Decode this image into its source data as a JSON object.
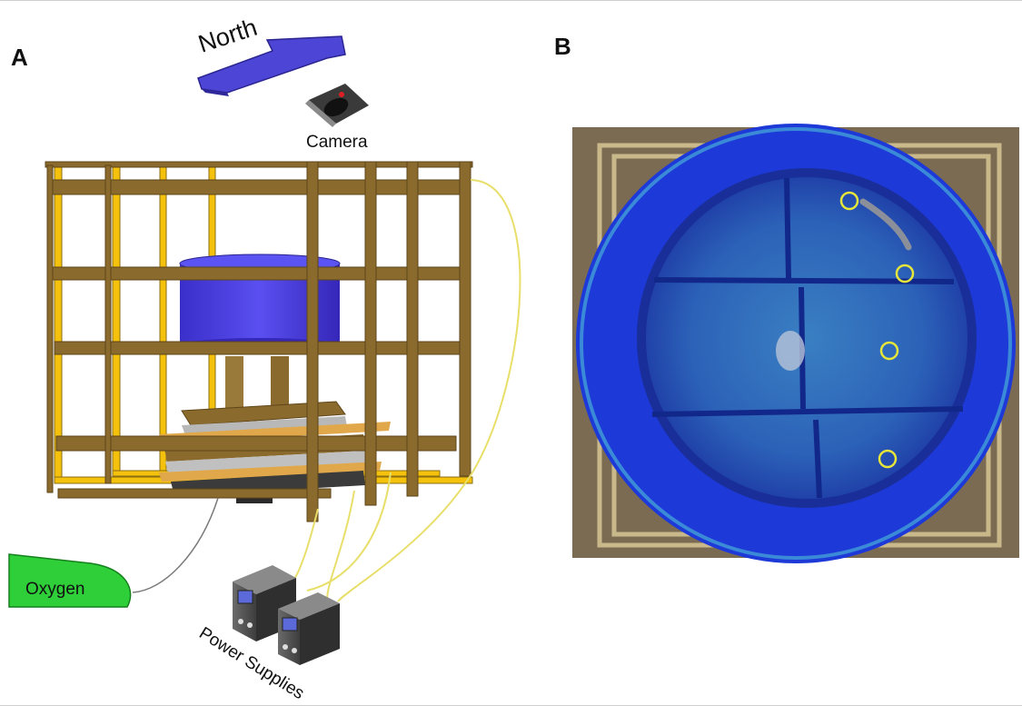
{
  "panels": {
    "a": {
      "letter": "A",
      "north_label": "North",
      "camera_label": "Camera",
      "oxygen_label": "Oxygen",
      "power_label": "Power Supplies"
    },
    "b": {
      "letter": "B",
      "marker_count": 4
    }
  },
  "colors": {
    "wood": "#8b6a2d",
    "wood_dark": "#5e4519",
    "yellow_accent": "#f4c20d",
    "tank_blue": "#4b3fe0",
    "arrow_blue": "#4d45d6",
    "oxygen_green": "#2fcf3a",
    "pool_blue": "#1d39d8",
    "cable_yellow": "#e8df6a"
  }
}
